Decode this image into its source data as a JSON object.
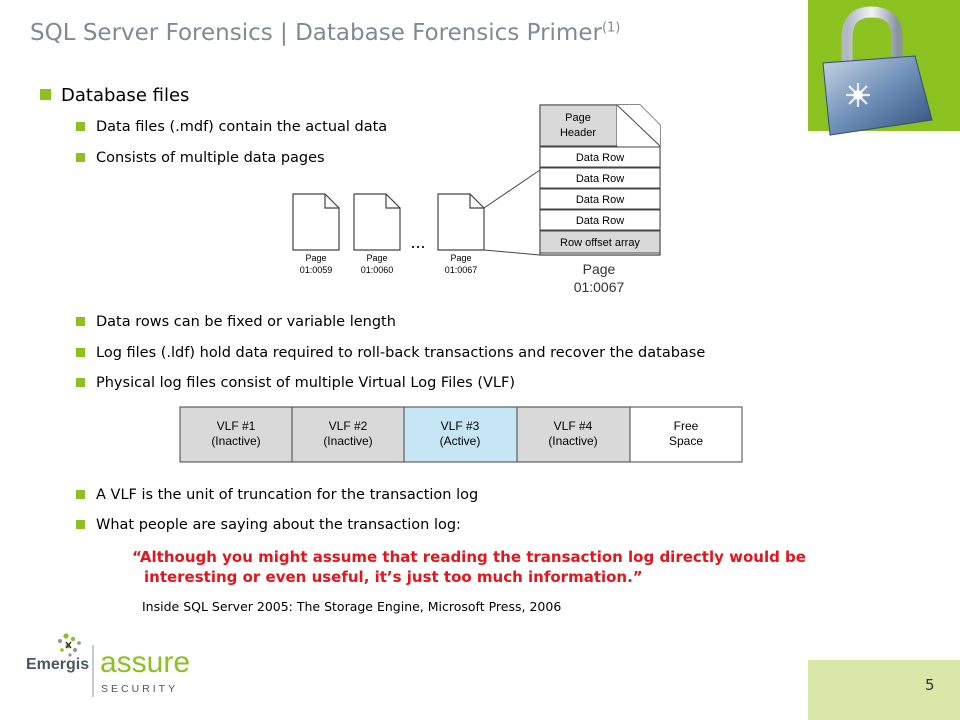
{
  "slide": {
    "title": "SQL Server Forensics | Database Forensics Primer",
    "title_superscript": "(1)",
    "page_number": "5"
  },
  "bullets": {
    "main": "Database files",
    "b1": "Data files (.mdf) contain the actual data",
    "b2": "Consists of multiple data pages",
    "b3": "Data rows can be fixed or variable length",
    "b4": "Log files (.ldf) hold data required to roll-back transactions and recover the database",
    "b5": "Physical log files consist of multiple Virtual Log Files (VLF)",
    "b6": "A VLF is the unit of truncation for the transaction log",
    "b7": "What people are saying about the transaction log:"
  },
  "quote": {
    "line1": "“Although you might assume that reading the transaction log directly would be",
    "line2": "interesting or even useful, it’s just too much information.”",
    "citation": "Inside SQL Server 2005: The Storage Engine,  Microsoft Press, 2006"
  },
  "page_diagram": {
    "pages": [
      {
        "label": "Page",
        "id": "01:0059"
      },
      {
        "label": "Page",
        "id": "01:0060"
      },
      {
        "label": "Page",
        "id": "01:0067"
      }
    ],
    "ellipsis": "...",
    "header_line1": "Page",
    "header_line2": "Header",
    "rows": [
      "Data Row",
      "Data Row",
      "Data Row",
      "Data Row",
      "Row offset array"
    ],
    "detail_label": "Page",
    "detail_id": "01:0067"
  },
  "vlf_diagram": {
    "cells": [
      {
        "line1": "VLF #1",
        "line2": "(Inactive)",
        "active": false
      },
      {
        "line1": "VLF #2",
        "line2": "(Inactive)",
        "active": false
      },
      {
        "line1": "VLF #3",
        "line2": "(Active)",
        "active": true
      },
      {
        "line1": "VLF #4",
        "line2": "(Inactive)",
        "active": false
      },
      {
        "line1": "Free",
        "line2": "Space",
        "active": false
      }
    ],
    "colors": {
      "inactive": "#d9d9d9",
      "active": "#c6e6f5",
      "free": "#ffffff"
    }
  },
  "logo": {
    "brand": "Emergis",
    "product": "assure",
    "tagline": "SECURITY"
  },
  "colors": {
    "accent": "#8bc21f",
    "quote": "#e8141b",
    "title": "#7f8a94"
  }
}
